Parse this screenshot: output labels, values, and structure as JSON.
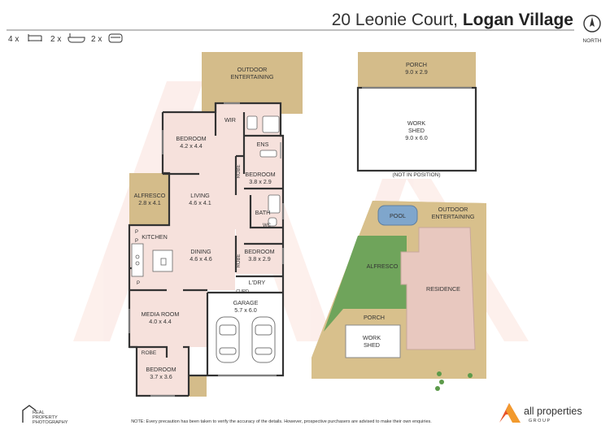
{
  "header": {
    "title_light": "20 Leonie Court, ",
    "title_bold": "Logan Village",
    "north_label": "NORTH",
    "beds": "4 x",
    "baths": "2 x",
    "cars": "2 x"
  },
  "rooms": {
    "outdoor1": [
      "OUTDOOR",
      "ENTERTAINING"
    ],
    "wir": "WIR",
    "bed1": [
      "BEDROOM",
      "4.2 x 4.4"
    ],
    "ens": "ENS",
    "robe1": "ROBE",
    "bed2": [
      "BEDROOM",
      "3.8 x 2.9"
    ],
    "living": [
      "LIVING",
      "4.6 x 4.1"
    ],
    "alfresco": [
      "ALFRESCO",
      "2.8 x 4.1"
    ],
    "bath": "BATH",
    "wc": "WC",
    "kitchen": "KITCHEN",
    "p1": "P",
    "p2": "P",
    "p3": "P",
    "dining": [
      "DINING",
      "4.6 x 4.6"
    ],
    "robe2": "ROBE",
    "bed3": [
      "BEDROOM",
      "3.8 x 2.9"
    ],
    "ldry": "L'DRY",
    "cupd": "CUPD",
    "garage": [
      "GARAGE",
      "5.7 x 6.0"
    ],
    "media": [
      "MEDIA ROOM",
      "4.0 x 4.4"
    ],
    "robe3": "ROBE",
    "bed4": [
      "BEDROOM",
      "3.7 x 3.6"
    ],
    "porch": [
      "PORCH",
      "9.0 x 2.9"
    ],
    "shed": [
      "WORK",
      "SHED",
      "9.0 x 6.0"
    ],
    "not_in_position": "(NOT IN POSITION)"
  },
  "site": {
    "pool": "POOL",
    "outdoor": [
      "OUTDOOR",
      "ENTERTAINING"
    ],
    "alfresco": "ALFRESCO",
    "residence": "RESIDENCE",
    "porch": "PORCH",
    "shed": [
      "WORK",
      "SHED"
    ]
  },
  "footer": {
    "photo_brand": [
      "REAL",
      "PROPERTY",
      "PHOTOGRAPHY"
    ],
    "disclaimer": "NOTE: Every precaution has been taken to verify the accuracy of the details. However, prospective purchasers are advised to make their own enquiries.",
    "agency_name": "all properties",
    "agency_sub": "G R O U P"
  },
  "colors": {
    "accent": "#e8542a",
    "outdoor": "#d4bc8a",
    "interior": "#f6e1dc",
    "grass": "#6fa45b",
    "land": "#d8c08c",
    "roof": "#e8c8bf",
    "pool": "#7fa6cc"
  }
}
